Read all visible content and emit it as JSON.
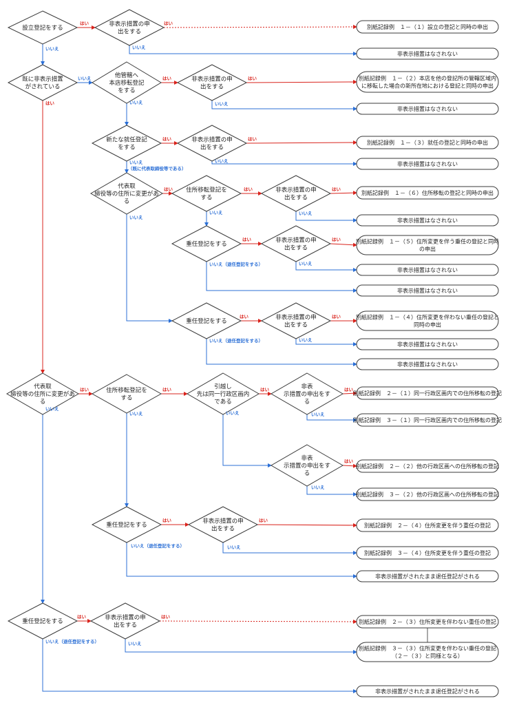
{
  "labels": {
    "yes": "はい",
    "no": "いいえ"
  },
  "colors": {
    "yes_line": "#d9231c",
    "no_line": "#2b6fd6"
  },
  "decisions": {
    "d1": [
      "設立登記をする"
    ],
    "d1a": [
      "非表示措置の申",
      "出をする"
    ],
    "d2": [
      "既に非表示措置",
      "がされている"
    ],
    "d3": [
      "他管轄へ",
      "本店移転登記",
      "をする"
    ],
    "d3a": [
      "非表示措置の申",
      "出をする"
    ],
    "d4": [
      "新たな就任登記",
      "をする"
    ],
    "d4a": [
      "非表示措置の申",
      "出をする"
    ],
    "d5": [
      "代表取",
      "締役等の住所に変更があ",
      "る"
    ],
    "d5a": [
      "住所移転登記を",
      "する"
    ],
    "d5b": [
      "非表示措置の申",
      "出をする"
    ],
    "d5c": [
      "重任登記をする"
    ],
    "d5d": [
      "非表示措置の申",
      "出をする"
    ],
    "d6": [
      "重任登記をする"
    ],
    "d6a": [
      "非表示措置の申",
      "出をする"
    ],
    "d7": [
      "代表取",
      "締役等の住所に変更があ",
      "る"
    ],
    "d7a": [
      "住所移転登記を",
      "する"
    ],
    "d7b": [
      "引越し",
      "先は同一行政区画内",
      "である"
    ],
    "d7c": [
      "非表",
      "示措置の申出をす",
      "る"
    ],
    "d7d": [
      "非表",
      "示措置の申出をす",
      "る"
    ],
    "d8": [
      "重任登記をする"
    ],
    "d8a": [
      "非表示措置の申",
      "出をする"
    ],
    "d9": [
      "重任登記をする"
    ],
    "d9a": [
      "非表示措置の申",
      "出をする"
    ]
  },
  "terminals": {
    "t1": [
      "別紙記録例　１－（１）設立の登記と同時の申出"
    ],
    "t2": [
      "非表示措置はなされない"
    ],
    "t3": [
      "別紙記録例　１－（２）本店を他の登記所の管轄区域内",
      "に移転した場合の新所在地における登記と同時の申出"
    ],
    "t4": [
      "非表示措置はなされない"
    ],
    "t5": [
      "別紙記録例　１－（３）就任の登記と同時の申出"
    ],
    "t6": [
      "非表示措置はなされない"
    ],
    "t7": [
      "別紙記録例　１－（６）住所移転の登記と同時の申出"
    ],
    "t8": [
      "非表示措置はなされない"
    ],
    "t9": [
      "別紙記録例　１－（５）住所変更を伴う重任の登記と同時",
      "の申出"
    ],
    "t10": [
      "非表示措置はなされない"
    ],
    "t11": [
      "非表示措置はなされない"
    ],
    "t12": [
      "別紙記録例　１－（４）住所変更を伴わない重任の登記と",
      "同時の申出"
    ],
    "t13": [
      "非表示措置はなされない"
    ],
    "t14": [
      "非表示措置はなされない"
    ],
    "t15": [
      "別紙記録例　２－（１）同一行政区画内での住所移転の登記"
    ],
    "t16": [
      "別紙記録例　３－（１）同一行政区画内での住所移転の登記"
    ],
    "t17": [
      "別紙記録例　２－（２）他の行政区画への住所移転の登記"
    ],
    "t18": [
      "別紙記録例　３－（２）他の行政区画への住所移転の登記"
    ],
    "t19": [
      "別紙記録例　２－（４）住所変更を伴う重任の登記"
    ],
    "t20": [
      "別紙記録例　３－（４）住所変更を伴う重任の登記"
    ],
    "t21": [
      "非表示措置がされたまま退任登記がされる"
    ],
    "t22": [
      "別紙記録例　２－（３）住所変更を伴わない重任の登記"
    ],
    "t23": [
      "別紙記録例　３－（３）住所変更を伴わない重任の登記",
      "（２－（３）と同様となる）"
    ],
    "t24": [
      "非表示措置がされたまま退任登記がされる"
    ]
  },
  "notes": {
    "n1": "（既に代表取締役等である）",
    "n2": "いいえ（退任登記をする）",
    "n3": "いいえ（退任登記をする）",
    "n4": "いいえ（退任登記をする）",
    "n5": "いいえ（退任登記をする）"
  }
}
